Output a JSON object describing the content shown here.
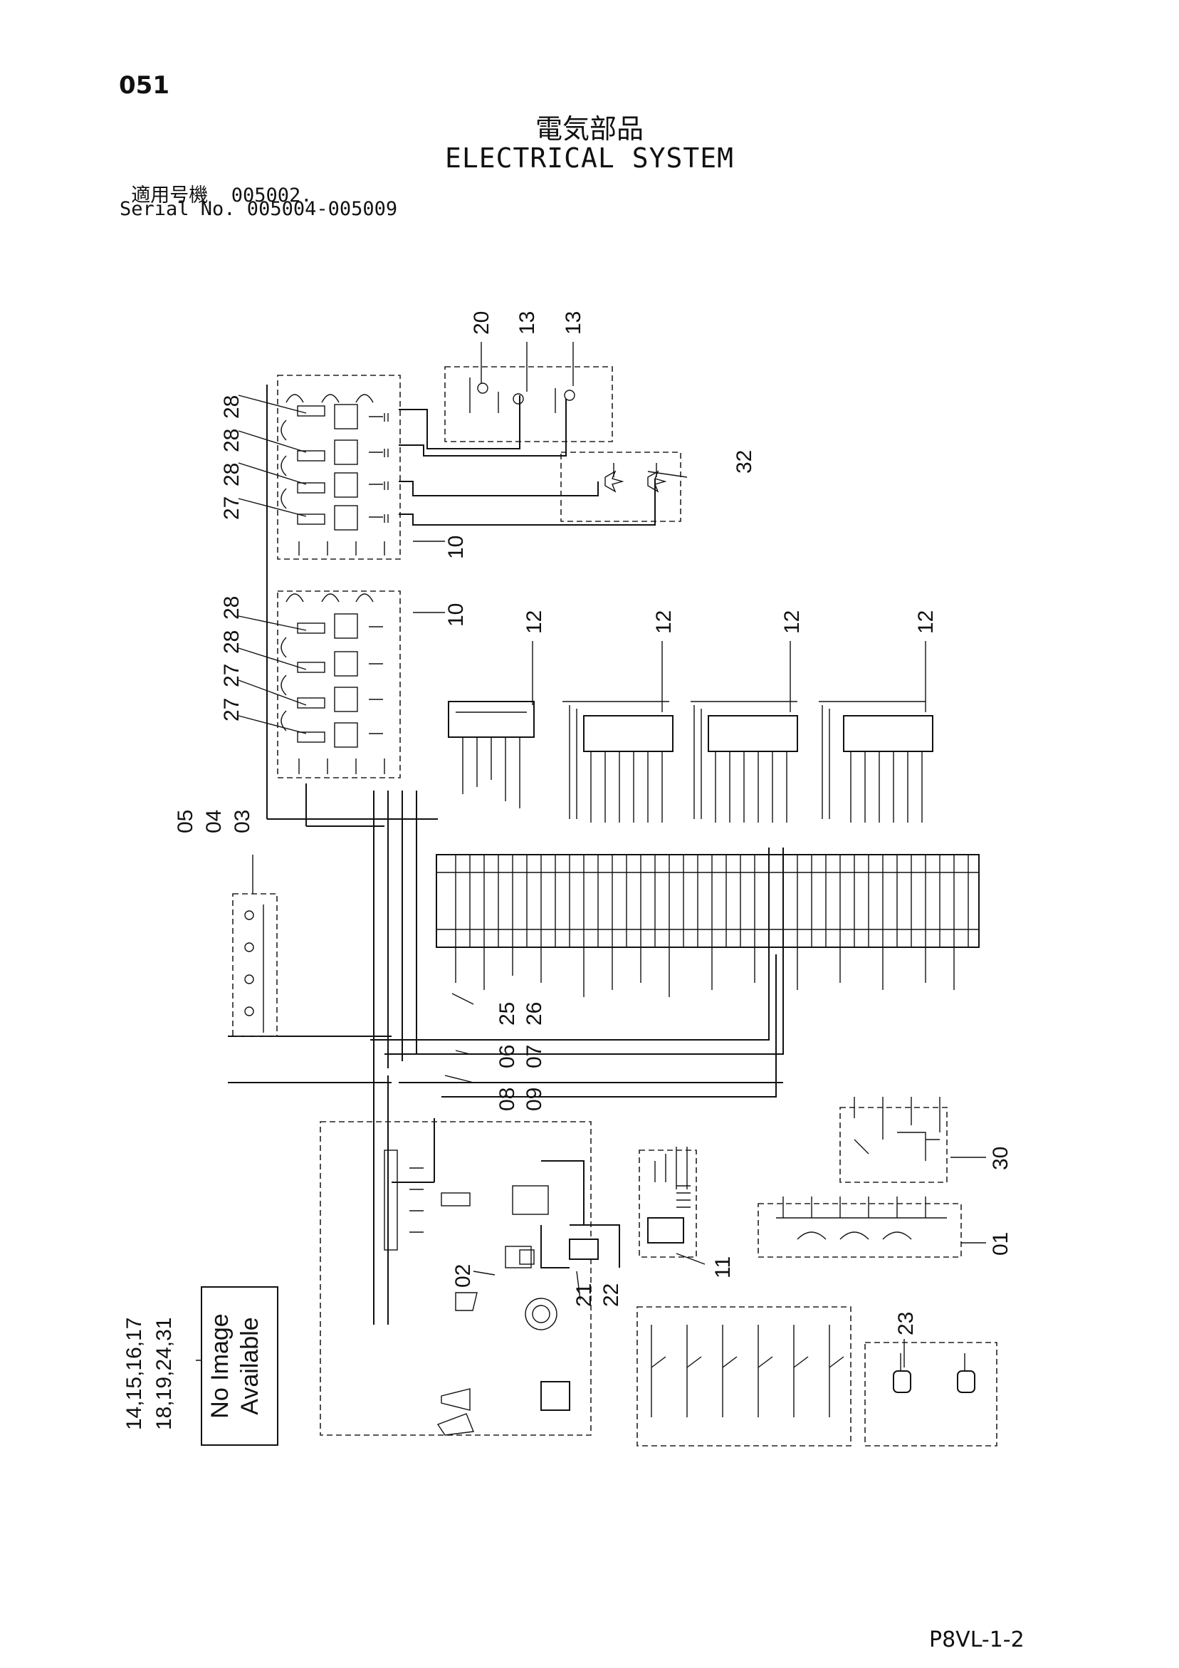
{
  "header": {
    "page_number": "051",
    "title_jp": "電気部品",
    "title_en": "ELECTRICAL SYSTEM",
    "serial_line_1": " 適用号機  005002.",
    "serial_line_2": "Serial No. 005004-005009"
  },
  "footer": {
    "code": "P8VL-1-2"
  },
  "placeholder": {
    "line1": "No Image",
    "line2": "Available"
  },
  "callouts": [
    "20",
    "13",
    "13",
    "28",
    "28",
    "28",
    "27",
    "32",
    "10",
    "10",
    "28",
    "28",
    "27",
    "27",
    "12",
    "12",
    "12",
    "12",
    "05",
    "04",
    "03",
    "25",
    "26",
    "06",
    "07",
    "08",
    "09",
    "30",
    "01",
    "11",
    "02",
    "21",
    "22",
    "23",
    "14,15,16,17",
    "18,19,24,31"
  ]
}
